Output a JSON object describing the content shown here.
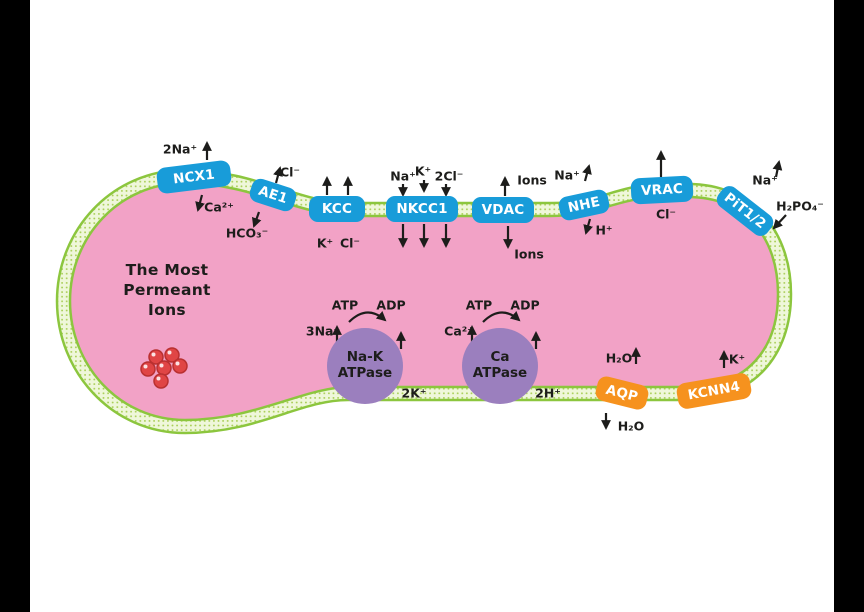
{
  "palette": {
    "membrane_green": "#8CC63E",
    "membrane_fill": "#EFF7DA",
    "cytoplasm_pink": "#F2A2C6",
    "channel_blue": "#189CD9",
    "pump_purple": "#9B7FBE",
    "channel_orange": "#F6921E",
    "ion_red": "#E04545",
    "text_dark": "#1D1D1B",
    "background": "#FFFFFF",
    "letterbox_black": "#000000"
  },
  "title": {
    "line1": "The Most",
    "line2": "Permeant",
    "line3": "Ions"
  },
  "transporters": {
    "ncx1": {
      "label": "NCX1"
    },
    "ae1": {
      "label": "AE1"
    },
    "kcc": {
      "label": "KCC"
    },
    "nkcc1": {
      "label": "NKCC1"
    },
    "vdac": {
      "label": "VDAC"
    },
    "nhe": {
      "label": "NHE"
    },
    "vrac": {
      "label": "VRAC"
    },
    "pit": {
      "label": "PiT1/2"
    },
    "nak": {
      "line1": "Na-K",
      "line2": "ATPase"
    },
    "ca": {
      "line1": "Ca",
      "line2": "ATPase"
    },
    "aqp": {
      "label": "AQP"
    },
    "kcnn4": {
      "label": "KCNN4"
    }
  },
  "ions": {
    "ncx1_out": "2Na⁺",
    "ncx1_in": "Ca²⁺",
    "ae1_out": "Cl⁻",
    "ae1_in": "HCO₃⁻",
    "kcc_k": "K⁺",
    "kcc_cl": "Cl⁻",
    "nkcc1_na": "Na⁺",
    "nkcc1_k": "K⁺",
    "nkcc1_cl": "2Cl⁻",
    "vdac_top": "Ions",
    "vdac_bottom": "Ions",
    "nhe_out": "Na⁺",
    "nhe_in": "H⁺",
    "vrac_cl": "Cl⁻",
    "pit_na": "Na⁺",
    "pit_phosphate": "H₂PO₄⁻",
    "nak_atp": "ATP",
    "nak_adp": "ADP",
    "nak_na": "3Na⁺",
    "nak_k": "2K⁺",
    "ca_atp": "ATP",
    "ca_adp": "ADP",
    "ca_ca": "Ca²⁺",
    "ca_h": "2H⁺",
    "aqp_top": "H₂O",
    "aqp_bottom": "H₂O",
    "kcnn4_k": "K⁺"
  }
}
